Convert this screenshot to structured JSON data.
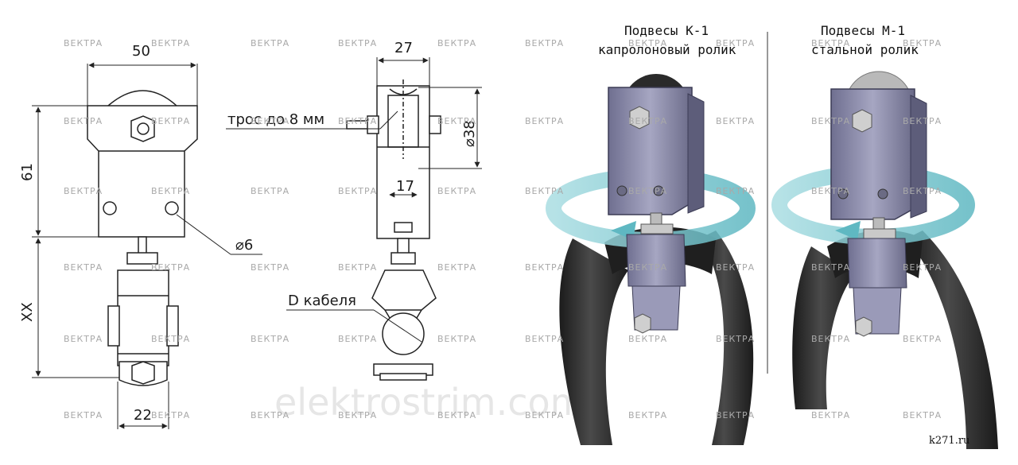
{
  "drawing": {
    "width": "50",
    "height": "61",
    "side_width": "27",
    "roller_diameter": "⌀38",
    "throat": "17",
    "hole": "⌀6",
    "clamp_width": "22",
    "length": "XX",
    "cable_note": "трос до 8 мм",
    "cable_diameter": "D кабеля"
  },
  "products": [
    {
      "title": "Подвесы К-1",
      "subtitle": "капролоновый ролик",
      "roller_color": "#2a2a2a"
    },
    {
      "title": "Подвесы М-1",
      "subtitle": "стальной ролик",
      "roller_color": "#b9b9b9"
    }
  ],
  "watermark": {
    "brand": "ВЕКТРА",
    "site": "elektrostrim.com",
    "source": "k271.ru"
  },
  "colors": {
    "bracket": "#8f8fae",
    "arrow": "#7ec8cf",
    "tube": "#2b2b2b",
    "line": "#222222"
  }
}
